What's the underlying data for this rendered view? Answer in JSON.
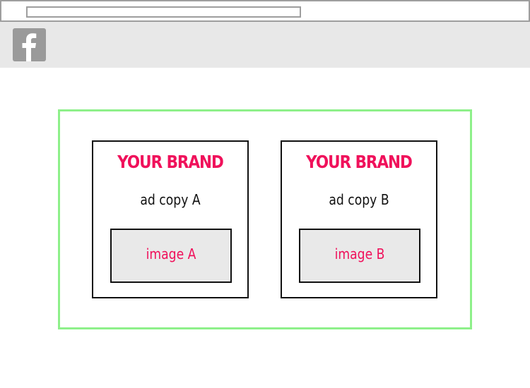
{
  "browser": {
    "url": ""
  },
  "header": {
    "logo_icon": "facebook-icon",
    "logo_color": "#9a9a9a",
    "background": "#e8e8e8"
  },
  "experiment": {
    "frame_color": "#8ef08a",
    "variants": [
      {
        "brand": "YOUR BRAND",
        "copy": "ad copy A",
        "image_label": "image A"
      },
      {
        "brand": "YOUR BRAND",
        "copy": "ad copy B",
        "image_label": "image B"
      }
    ]
  },
  "colors": {
    "brand": "#f0115b",
    "text": "#111111",
    "image_fill": "#e9e9e9"
  }
}
